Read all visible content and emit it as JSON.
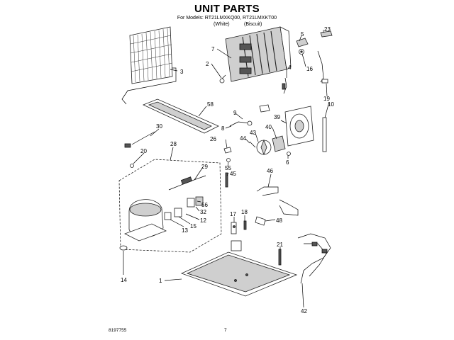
{
  "header": {
    "title": "UNIT PARTS",
    "models_line": "For Models: RT21LMXKQ00, RT21LMXKT00",
    "color_1": "(White)",
    "color_2": "(Biscuit)"
  },
  "footer": {
    "doc_number": "8197755",
    "page_number": "7"
  },
  "callouts": [
    "1",
    "2",
    "3",
    "4",
    "5",
    "6",
    "7",
    "8",
    "9",
    "10",
    "12",
    "13",
    "14",
    "15",
    "16",
    "17",
    "18",
    "19",
    "20",
    "21",
    "23",
    "26",
    "28",
    "29",
    "30",
    "32",
    "39",
    "40",
    "42",
    "43",
    "44",
    "45",
    "46",
    "48",
    "55",
    "56",
    "58"
  ]
}
